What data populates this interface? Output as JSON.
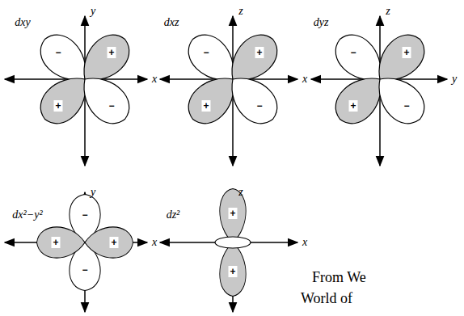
{
  "diagram": {
    "labels": [
      "y",
      "dxy",
      "x",
      "−",
      "+",
      "+",
      "−",
      "z",
      "dxz",
      "x",
      "−",
      "+",
      "+",
      "−",
      "z",
      "dyz",
      "y",
      "−",
      "+",
      "+",
      "−",
      "y",
      "dx²−y²",
      "x",
      "−",
      "+",
      "+",
      "−",
      "z",
      "dz²",
      "x",
      "+",
      "+",
      "From We",
      "World of"
    ]
  }
}
